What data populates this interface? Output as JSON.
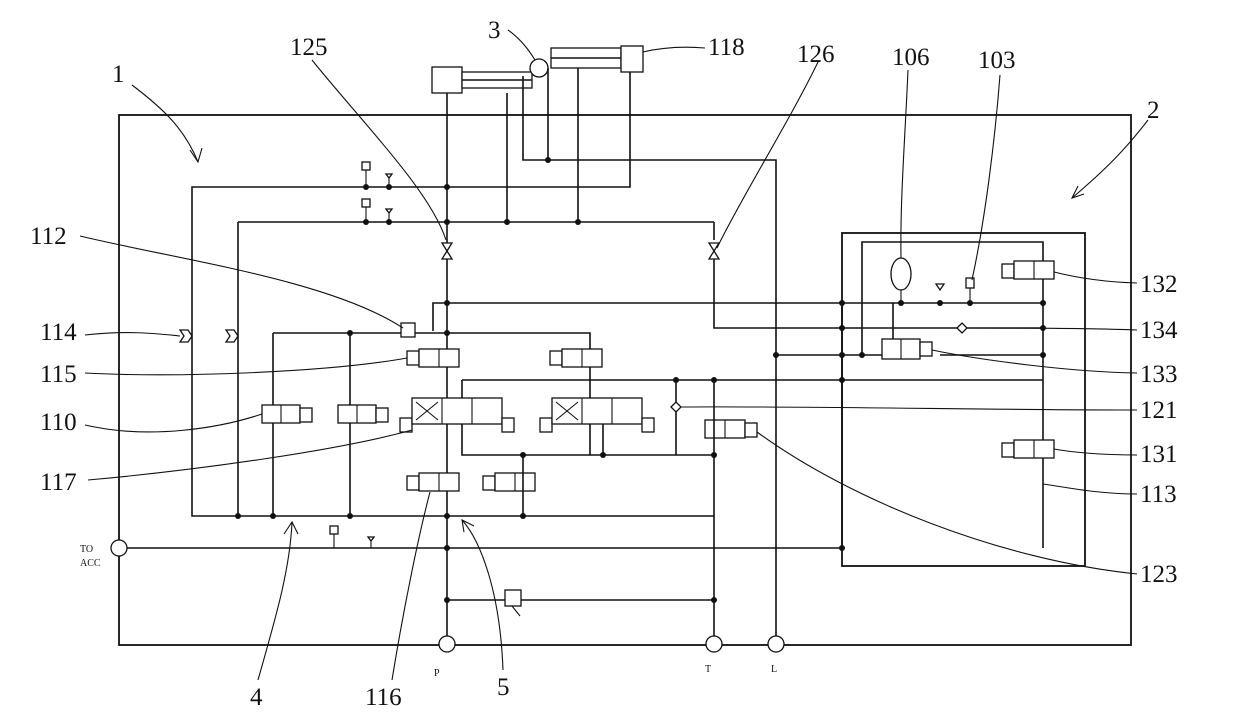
{
  "callouts": {
    "c1": "1",
    "c2": "2",
    "c3": "3",
    "c4": "4",
    "c5": "5",
    "c103": "103",
    "c106": "106",
    "c110": "110",
    "c112": "112",
    "c113": "113",
    "c114": "114",
    "c115": "115",
    "c116": "116",
    "c117": "117",
    "c118": "118",
    "c121": "121",
    "c123": "123",
    "c125": "125",
    "c126": "126",
    "c131": "131",
    "c132": "132",
    "c133": "133",
    "c134": "134"
  },
  "ports": {
    "to_acc_line1": "TO",
    "to_acc_line2": "ACC",
    "p": "P",
    "t": "T",
    "l": "L"
  }
}
